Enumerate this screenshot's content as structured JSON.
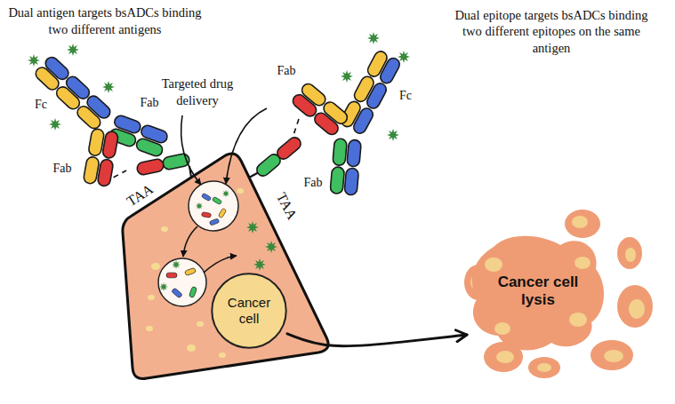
{
  "diagram": {
    "nodes": [
      {
        "text": [
          "Cancer cell"
        ]
      },
      {
        "text": [
          "Cancer cell lysis"
        ]
      }
    ],
    "edges": [
      {
        "from": 0,
        "to": 1,
        "arrow": "to"
      }
    ],
    "labels": [
      "Dual antigen targets bsADCs binding two different antigens",
      "Dual epitope targets bsADCs binding two different epitopes on the same antigen",
      "Targeted drug delivery",
      "Fab",
      "Fc",
      "Fab",
      "Fab",
      "Fc",
      "Fab",
      "TAA",
      "TAA"
    ]
  }
}
